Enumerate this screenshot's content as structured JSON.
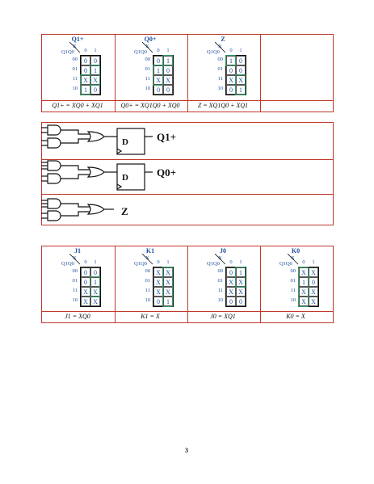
{
  "top_kmaps": [
    {
      "title": "Q1+",
      "rows": [
        [
          "0",
          "0"
        ],
        [
          "0",
          "1"
        ],
        [
          "X",
          "X"
        ],
        [
          "1",
          "0"
        ]
      ],
      "equation": "Q1+ = XQ0 + XQ1"
    },
    {
      "title": "Q0+",
      "rows": [
        [
          "0",
          "1"
        ],
        [
          "1",
          "0"
        ],
        [
          "X",
          "X"
        ],
        [
          "0",
          "0"
        ]
      ],
      "equation": "Q0+ = XQ1Q0 + XQ0"
    },
    {
      "title": "Z",
      "rows": [
        [
          "1",
          "0"
        ],
        [
          "0",
          "0"
        ],
        [
          "X",
          "X"
        ],
        [
          "0",
          "1"
        ]
      ],
      "equation": "Z = XQ1Q0 + XQ1"
    }
  ],
  "kmap_headers": {
    "row_var": "Q1Q0",
    "col_var": "X",
    "col0": "0",
    "col1": "1",
    "row_labels": [
      "00",
      "01",
      "11",
      "10"
    ]
  },
  "circuit": {
    "flipflop": "D",
    "out1": "Q1+",
    "out0": "Q0+",
    "outz": "Z"
  },
  "bottom_kmaps": [
    {
      "title": "J1",
      "rows": [
        [
          "0",
          "0"
        ],
        [
          "0",
          "1"
        ],
        [
          "X",
          "X"
        ],
        [
          "X",
          "X"
        ]
      ],
      "equation": "J1 = XQ0"
    },
    {
      "title": "K1",
      "rows": [
        [
          "X",
          "X"
        ],
        [
          "X",
          "X"
        ],
        [
          "X",
          "X"
        ],
        [
          "0",
          "1"
        ]
      ],
      "equation": "K1 = X"
    },
    {
      "title": "J0",
      "rows": [
        [
          "0",
          "1"
        ],
        [
          "X",
          "X"
        ],
        [
          "X",
          "X"
        ],
        [
          "0",
          "0"
        ]
      ],
      "equation": "J0 = XQ1"
    },
    {
      "title": "K0",
      "rows": [
        [
          "X",
          "X"
        ],
        [
          "1",
          "0"
        ],
        [
          "X",
          "X"
        ],
        [
          "X",
          "X"
        ]
      ],
      "equation": "K0 = X"
    }
  ],
  "page_number": "3"
}
